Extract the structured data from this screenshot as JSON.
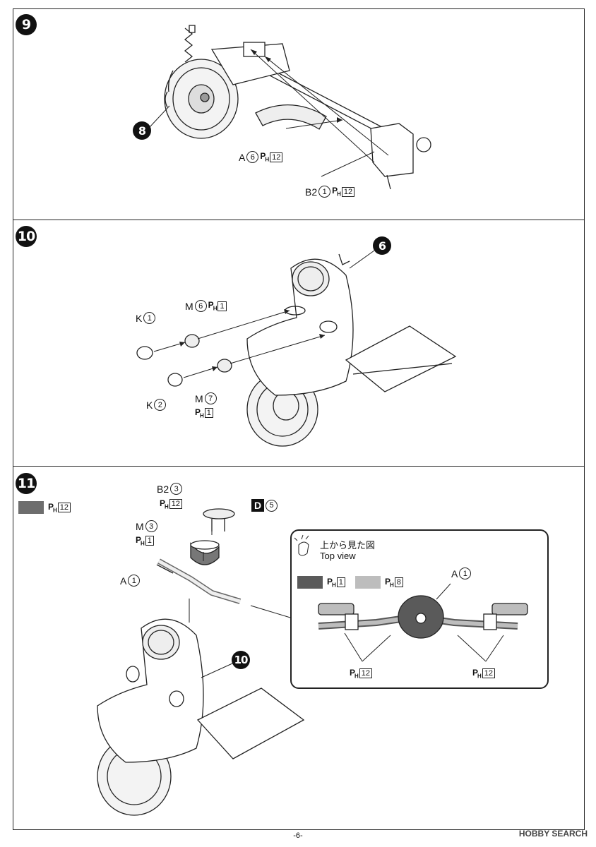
{
  "steps": [
    {
      "number": "9",
      "labels": {
        "a6": {
          "letter": "A",
          "num": "6",
          "ph": "P",
          "sub": "H",
          "color": "12"
        },
        "b2_1": {
          "letter": "B2",
          "num": "1",
          "ph": "P",
          "sub": "H",
          "color": "12"
        },
        "ref8": "8"
      }
    },
    {
      "number": "10",
      "labels": {
        "k1": {
          "letter": "K",
          "num": "1"
        },
        "m6": {
          "letter": "M",
          "num": "6",
          "ph": "P",
          "sub": "H",
          "color": "1"
        },
        "k2": {
          "letter": "K",
          "num": "2"
        },
        "m7": {
          "letter": "M",
          "num": "7",
          "ph": "P",
          "sub": "H",
          "color": "1"
        },
        "ref6": "6"
      }
    },
    {
      "number": "11",
      "legend": {
        "ph": "P",
        "sub": "H",
        "color": "12",
        "swatch": "#6d6d6d"
      },
      "labels": {
        "b2_3": {
          "letter": "B2",
          "num": "3",
          "ph": "P",
          "sub": "H",
          "color": "12"
        },
        "d5": {
          "letter": "D",
          "num": "5"
        },
        "m3": {
          "letter": "M",
          "num": "3",
          "ph": "P",
          "sub": "H",
          "color": "1"
        },
        "a1": {
          "letter": "A",
          "num": "1"
        },
        "ref10": "10"
      },
      "top_view": {
        "title_jp": "上から見た図",
        "title_en": "Top view",
        "legend": [
          {
            "ph": "P",
            "sub": "H",
            "color": "1",
            "swatch": "#5a5a5a"
          },
          {
            "ph": "P",
            "sub": "H",
            "color": "8",
            "swatch": "#bdbdbd"
          }
        ],
        "a1": {
          "letter": "A",
          "num": "1"
        },
        "left_ph": {
          "ph": "P",
          "sub": "H",
          "color": "12"
        },
        "right_ph": {
          "ph": "P",
          "sub": "H",
          "color": "12"
        }
      }
    }
  ],
  "footer": {
    "page": "-6-",
    "watermark": "HOBBY SEARCH"
  }
}
